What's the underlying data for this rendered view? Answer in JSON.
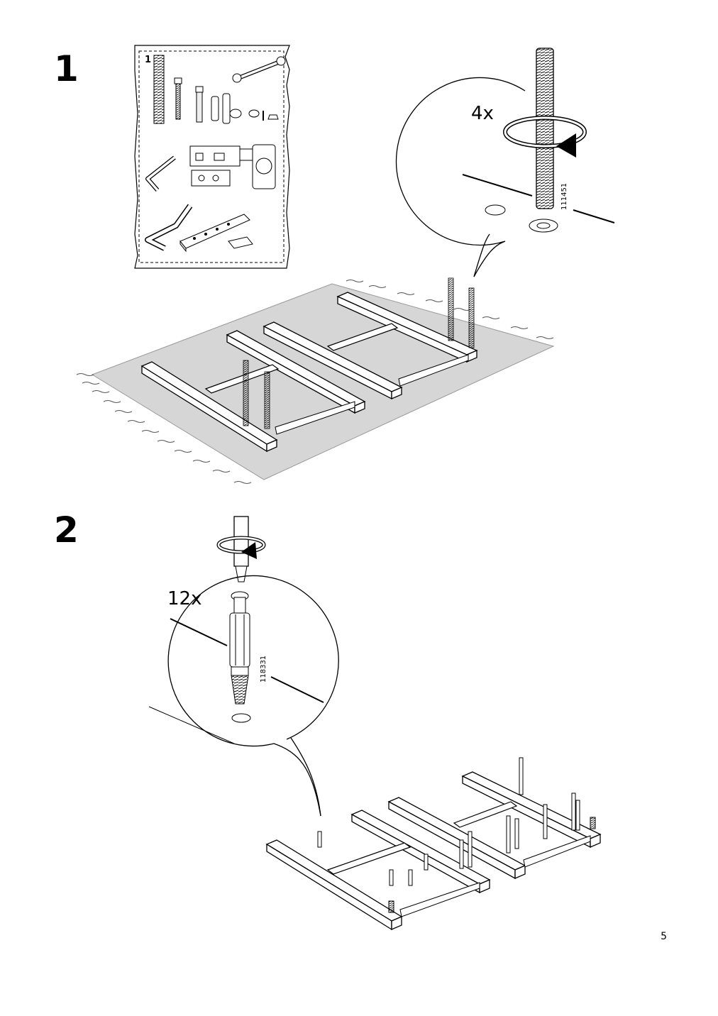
{
  "steps": [
    {
      "number": "1",
      "detail_quantity": "4x",
      "part_code": "111451",
      "panel_label": "1"
    },
    {
      "number": "2",
      "detail_quantity": "12x",
      "part_code": "118331"
    }
  ],
  "page_number": "5"
}
